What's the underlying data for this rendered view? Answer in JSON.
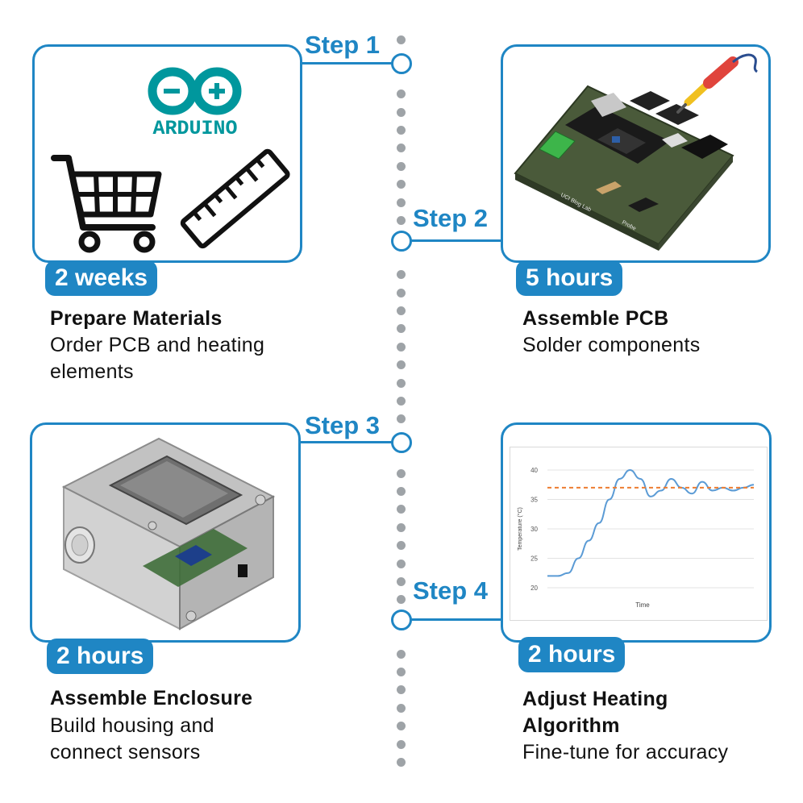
{
  "steps": [
    {
      "label": "Step 1",
      "duration": "2 weeks",
      "title": "Prepare Materials",
      "desc_line1": "Order PCB and heating",
      "desc_line2": "elements"
    },
    {
      "label": "Step 2",
      "duration": "5 hours",
      "title": "Assemble PCB",
      "desc_line1": "Solder components",
      "desc_line2": ""
    },
    {
      "label": "Step 3",
      "duration": "2 hours",
      "title": "Assemble Enclosure",
      "desc_line1": "Build housing and",
      "desc_line2": "connect sensors"
    },
    {
      "label": "Step 4",
      "duration": "2 hours",
      "title_line1": "Adjust Heating",
      "title_line2": "Algorithm",
      "desc_line1": "Fine-tune for accuracy"
    }
  ],
  "logos": {
    "arduino_text": "ARDUINO"
  },
  "pcb": {
    "silk1": "UCI Blog Lab",
    "silk2": "Probe"
  },
  "chart_data": {
    "type": "line",
    "title": "",
    "xlabel": "Time",
    "ylabel": "Temperature (°C)",
    "ylim": [
      20,
      40
    ],
    "yticks": [
      "20",
      "25",
      "30",
      "35",
      "40"
    ],
    "series": [
      {
        "x": [
          0,
          0.05,
          0.1,
          0.15,
          0.2,
          0.25,
          0.3,
          0.35,
          0.4,
          0.45,
          0.5,
          0.55,
          0.6,
          0.65,
          0.7,
          0.75,
          0.8,
          0.85,
          0.9,
          0.95,
          1.0
        ],
        "values": [
          22,
          22,
          22.5,
          25,
          28,
          31,
          35,
          38.5,
          40,
          38.5,
          35.5,
          36.5,
          38.5,
          37,
          36,
          38,
          36.5,
          37,
          36.5,
          37,
          37.5
        ]
      },
      {
        "x": [
          0,
          1
        ],
        "values": [
          37,
          37
        ]
      }
    ],
    "colors": {
      "line": "#5b9bd5",
      "target": "#ed7d31"
    }
  },
  "colors": {
    "accent": "#1f86c4",
    "timeline": "#9ea3a7",
    "arduino": "#00979d"
  }
}
